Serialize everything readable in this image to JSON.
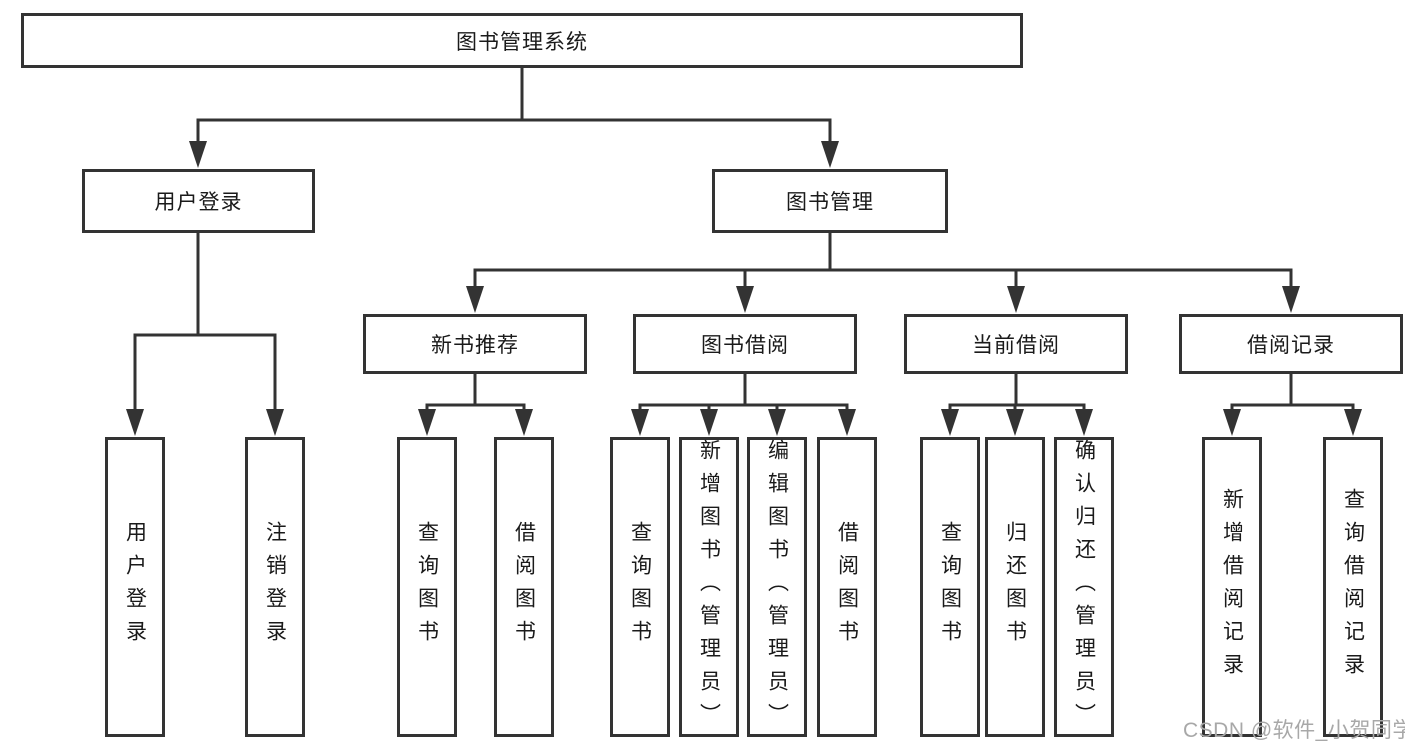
{
  "diagram": {
    "root": "图书管理系统",
    "level2": {
      "user_login": "用户登录",
      "book_management": "图书管理"
    },
    "level3": {
      "new_book_recommend": "新书推荐",
      "book_borrow": "图书借阅",
      "current_borrow": "当前借阅",
      "borrow_record": "借阅记录"
    },
    "leaves": {
      "user_login": "用户登录",
      "logout": "注销登录",
      "recommend_query_book": "查询图书",
      "recommend_borrow_book": "借阅图书",
      "borrow_query_book": "查询图书",
      "borrow_add_book": "新增图书（管理员）",
      "borrow_edit_book": "编辑图书（管理员）",
      "borrow_borrow_book": "借阅图书",
      "current_query_book": "查询图书",
      "current_return_book": "归还图书",
      "current_confirm_return": "确认归还（管理员）",
      "record_add": "新增借阅记录",
      "record_query": "查询借阅记录"
    }
  },
  "watermark": "CSDN @软件_小贺同学",
  "colors": {
    "line": "#333333",
    "box_border": "#333333",
    "text": "#1a1a1a",
    "watermark": "#a8a8a8",
    "background": "#ffffff"
  }
}
